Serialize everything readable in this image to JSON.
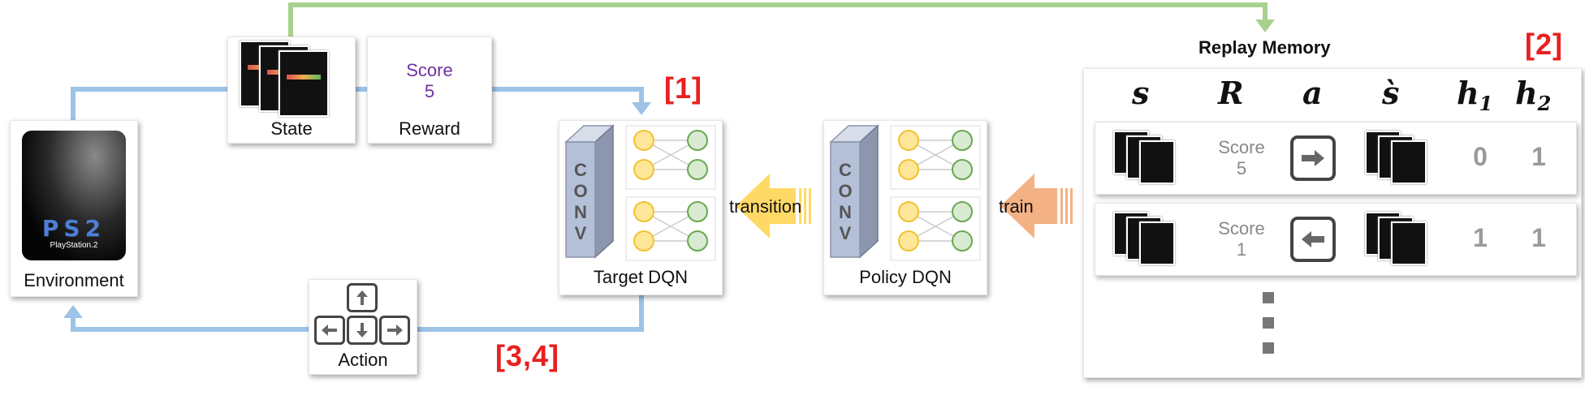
{
  "nodes": {
    "environment": {
      "label": "Environment",
      "logo_text": "PlayStation.2",
      "logo_mark": "PS2"
    },
    "state": {
      "label": "State"
    },
    "reward": {
      "label": "Reward",
      "score_word": "Score",
      "score_value": "5"
    },
    "target_dqn": {
      "label": "Target DQN",
      "conv_text": "CONV"
    },
    "policy_dqn": {
      "label": "Policy DQN",
      "conv_text": "CONV"
    },
    "action": {
      "label": "Action"
    }
  },
  "edges": {
    "transition_label": "transition",
    "train_label": "train"
  },
  "markers": {
    "m1": "[1]",
    "m2": "[2]",
    "m34": "[3,4]"
  },
  "replay_memory": {
    "title": "Replay Memory",
    "columns": [
      {
        "sym": "s",
        "sub": ""
      },
      {
        "sym": "R",
        "sub": ""
      },
      {
        "sym": "a",
        "sub": ""
      },
      {
        "sym": "s̀",
        "sub": ""
      },
      {
        "sym": "h",
        "sub": "1"
      },
      {
        "sym": "h",
        "sub": "2"
      }
    ],
    "rows": [
      {
        "score_word": "Score",
        "score_value": "5",
        "action_icon": "arrow-right-icon",
        "h1": "0",
        "h2": "1"
      },
      {
        "score_word": "Score",
        "score_value": "1",
        "action_icon": "arrow-left-icon",
        "h1": "1",
        "h2": "1"
      }
    ]
  },
  "colors": {
    "blue_wire": "#9dc3e6",
    "green_wire": "#a9d18e",
    "marker_red": "#e8201f",
    "transition_arrow": "#ffd966",
    "train_arrow": "#f4b183",
    "node_yellow": "#ffd966",
    "node_green": "#a9d18e",
    "conv_fill": "#b4c0d8",
    "reward_purple": "#7030a0"
  }
}
